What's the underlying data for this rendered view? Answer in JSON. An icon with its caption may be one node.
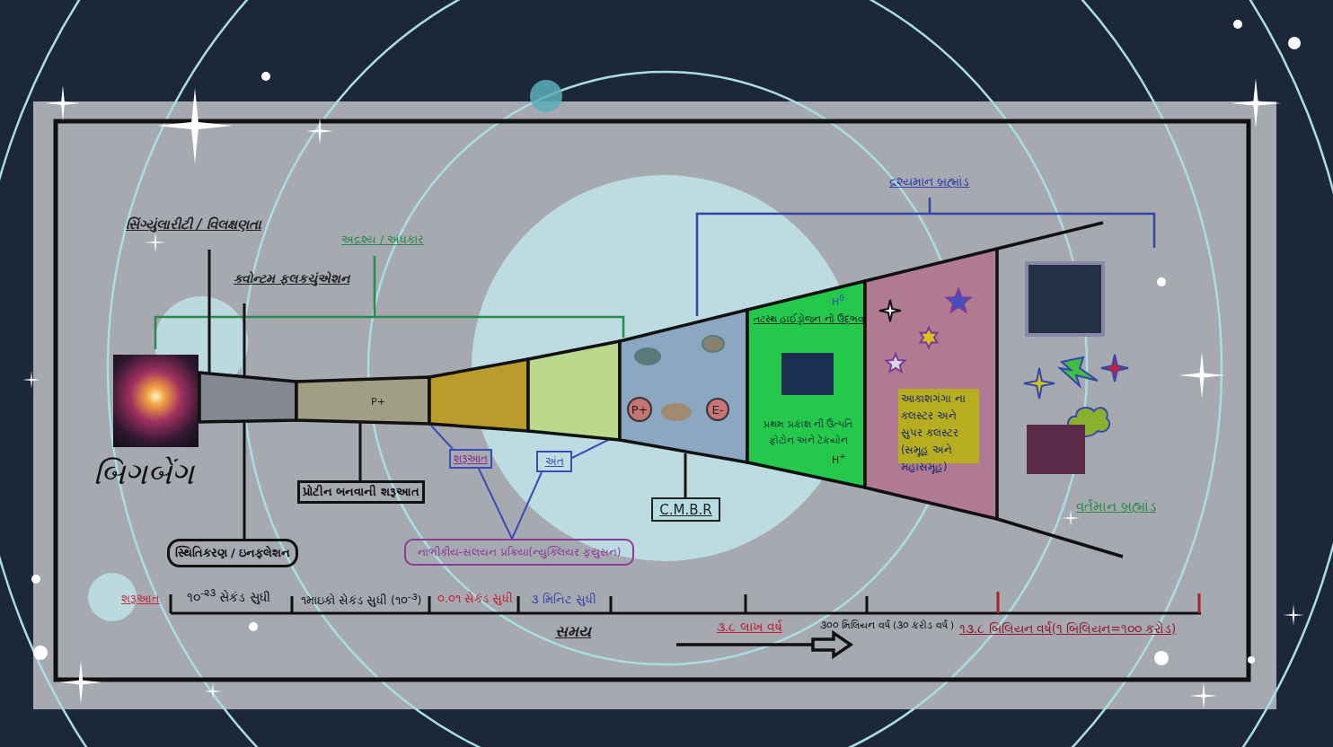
{
  "diagram": {
    "nodes": [
      {
        "text": [
          "સિંગ્યુંલારીટી / વિલક્ષણતા"
        ]
      },
      {
        "text": [
          "ક્વોન્ટમ ફલકચુંએશન"
        ]
      },
      {
        "text": [],
        "shape": "picture",
        "beside": [
          "બિગબેંગ"
        ]
      },
      {
        "text": [],
        "shape": "box"
      },
      {
        "text": [
          "P+"
        ]
      },
      {
        "text": [],
        "shape": "box"
      },
      {
        "text": [],
        "shape": "box"
      },
      {
        "text": [],
        "shape": "box"
      },
      {
        "text": [
          "P+"
        ],
        "in": 7
      },
      {
        "text": [
          "E-"
        ],
        "in": 7
      },
      {
        "text": [
          "H$^{0}$",
          "તટસ્થ હાઈડ્રોજન નો ઉદ્ભવ",
          "પ્રથમ પ્રકાશ ની ઉત્પતિ ફોટોન અને ટેકયોન",
          "H$^{+}$"
        ]
      },
      {
        "text": [],
        "shape": "box"
      },
      {
        "text": [
          "આકાશગંગા ના ક્લસ્ટર અને સુપર ક્લસ્ટર (સમૂહ અને મહાસમૂહ)"
        ],
        "in": 11
      },
      {
        "text": [
          "સ્થિતિકરણ / ઇનફલેશન"
        ]
      },
      {
        "text": [
          "પ્રોટીન બનવાની શરૂઆત"
        ]
      },
      {
        "text": [
          "શરૂઆત"
        ]
      },
      {
        "text": [
          "અંત"
        ]
      },
      {
        "text": [
          "C.M.B.R"
        ]
      },
      {
        "text": [
          "નાભીકીય-સંલયન પ્રક્રિયા(ન્યુક્લિયર ફયુસન)"
        ]
      }
    ],
    "edges": [
      {
        "from": 0,
        "to": 3,
        "arrow": "none"
      },
      {
        "from": 1,
        "to": 3,
        "arrow": "none"
      },
      {
        "from": 13,
        "to": 3,
        "arrow": "none"
      },
      {
        "from": 14,
        "to": 4,
        "arrow": "none"
      },
      {
        "from": 15,
        "to": 5,
        "arrow": "none",
        "color": "#3a4cb8"
      },
      {
        "from": 16,
        "to": 6,
        "arrow": "none",
        "color": "#3a4cb8"
      },
      {
        "from": 18,
        "to": 15,
        "arrow": "none",
        "color": "#3a4cb8"
      },
      {
        "from": 18,
        "to": 16,
        "arrow": "none",
        "color": "#3a4cb8"
      },
      {
        "from": 17,
        "to": 7,
        "arrow": "none"
      }
    ],
    "labels": [
      "અદ્રશ્ય / અંધકાર",
      "દ્રશ્યમાન બ્રહ્માંડ",
      "વર્તમાન બ્રહ્માંડ",
      "શરૂઆત",
      "૧૦$^{-૨૩}$ સેકંડ સુધી",
      "૧માઇકો સેકંડ સુધી (૧૦$^{-૩}$)",
      "૦.૦૧ સેકંડ સુધી",
      "૩ મિનિટ સુધી",
      "સમય",
      "૩.૮ લાખ વર્ષ",
      "૩૦૦ મિલિયન વર્ષ (૩૦ કરોડ વર્ષ )",
      "૧૩.૮ બિલિયન વર્ષ(૧ બિલિયન=૧૦૦ કરોડ)"
    ]
  }
}
